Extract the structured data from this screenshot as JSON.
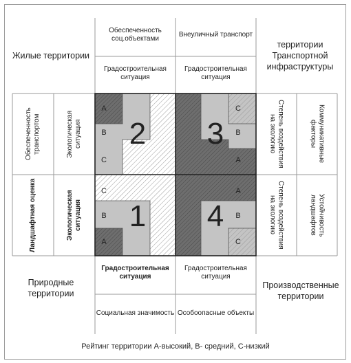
{
  "top": {
    "left_col": {
      "upper": "Обеспеченность соц.объектами",
      "lower": "Градостроительная ситуация"
    },
    "right_col": {
      "upper": "Внеуличный транспорт",
      "lower": "Градостроительная ситуация"
    }
  },
  "bottom": {
    "left_col": {
      "upper": "Градостроительная ситуация",
      "lower": "Социальная значимость"
    },
    "right_col": {
      "upper": "Градостроительная ситуация",
      "lower": "Особоопасные объекты"
    }
  },
  "left": {
    "upper": {
      "outer": "Обеспеченность транспортом",
      "inner": "Экологическая ситуация"
    },
    "lower": {
      "outer": "Ландшафтная оценка",
      "inner": "Экологическая ситуация"
    }
  },
  "right": {
    "upper": {
      "inner": "Степень воздействия на экологию",
      "outer": "Коммуникативные факторы"
    },
    "lower": {
      "inner": "Степень воздействия на экологию",
      "outer": "Устойчивость ландшафтов"
    }
  },
  "corners": {
    "top_left": "Жилые территории",
    "top_right": "территории Транспортной инфраструктуры",
    "bottom_left": "Природные территории",
    "bottom_right": "Производственные территории"
  },
  "quadrants": [
    {
      "number": "2",
      "levels": [
        "A",
        "B",
        "C"
      ]
    },
    {
      "number": "3",
      "levels": [
        "C",
        "B",
        "A"
      ]
    },
    {
      "number": "1",
      "levels": [
        "C",
        "B",
        "A"
      ]
    },
    {
      "number": "4",
      "levels": [
        "A",
        "B",
        "C"
      ]
    }
  ],
  "caption": "Рейтинг территории  А-высокий, В- средний, С-низкий",
  "colors": {
    "high": "#6e6e6e",
    "medium": "#b8b8b8",
    "low": "#ffffff",
    "line": "#9a9a9a",
    "core_border": "#222222"
  }
}
